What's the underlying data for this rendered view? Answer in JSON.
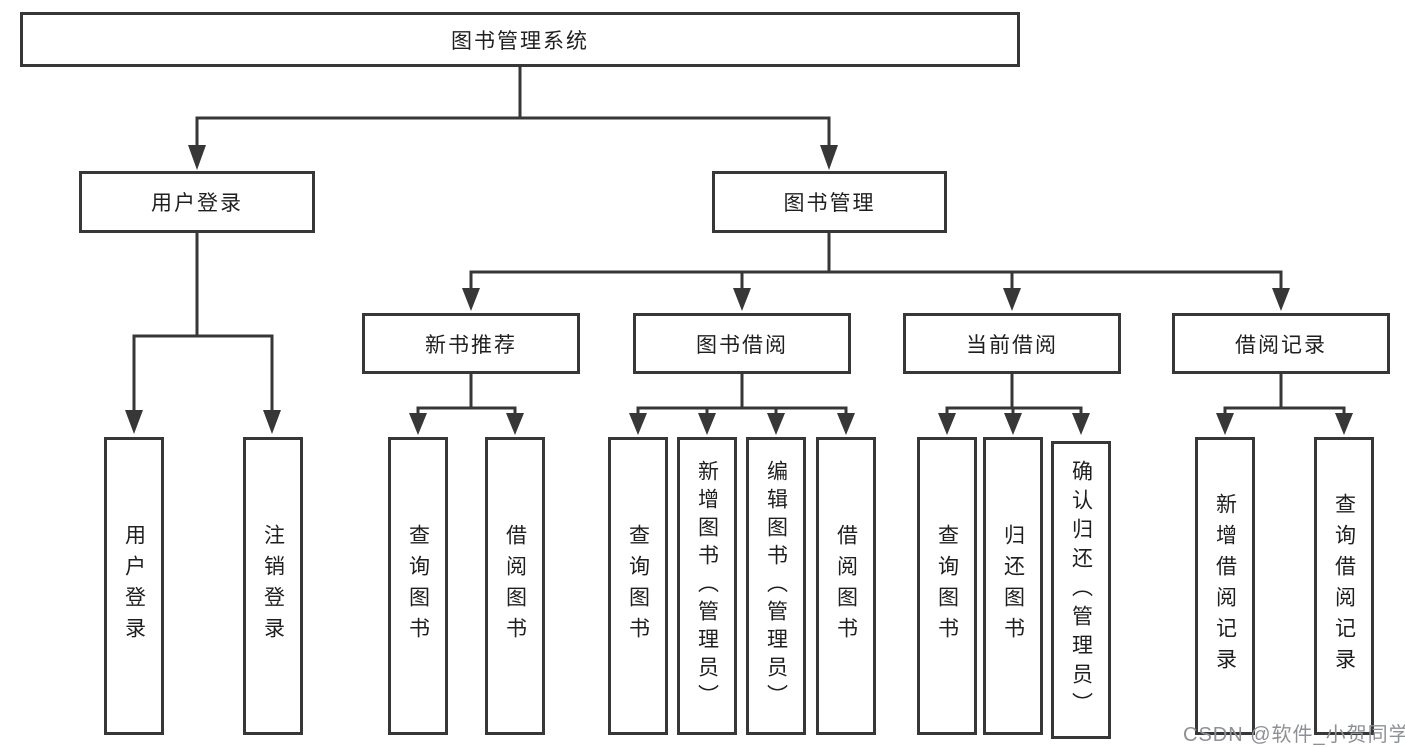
{
  "tree": {
    "label": "图书管理系统",
    "children": [
      {
        "label": "用户登录",
        "children": [
          {
            "label": "用户登录"
          },
          {
            "label": "注销登录"
          }
        ]
      },
      {
        "label": "图书管理",
        "children": [
          {
            "label": "新书推荐",
            "children": [
              {
                "label": "查询图书"
              },
              {
                "label": "借阅图书"
              }
            ]
          },
          {
            "label": "图书借阅",
            "children": [
              {
                "label": "查询图书"
              },
              {
                "label": "新增图书（管理员）"
              },
              {
                "label": "编辑图书（管理员）"
              },
              {
                "label": "借阅图书"
              }
            ]
          },
          {
            "label": "当前借阅",
            "children": [
              {
                "label": "查询图书"
              },
              {
                "label": "归还图书"
              },
              {
                "label": "确认归还（管理员）"
              }
            ]
          },
          {
            "label": "借阅记录",
            "children": [
              {
                "label": "新增借阅记录"
              },
              {
                "label": "查询借阅记录"
              }
            ]
          }
        ]
      }
    ]
  },
  "watermark": {
    "text": "CSDN @软件_小贺同学"
  },
  "colors": {
    "line": "#373737",
    "box_border": "#373737",
    "text": "#1f1f1f",
    "watermark": "#8d9195",
    "background": "#ffffff"
  }
}
